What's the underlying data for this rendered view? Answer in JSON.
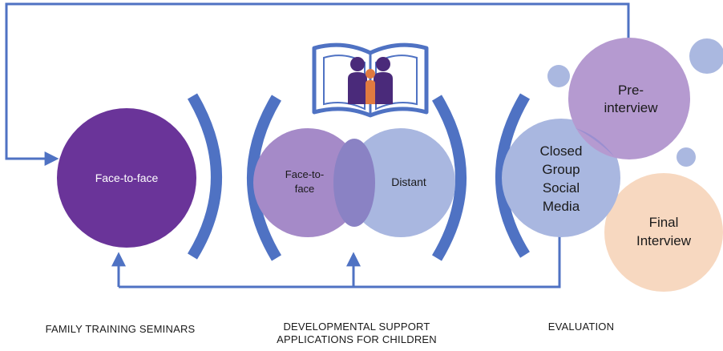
{
  "nodes": {
    "training": {
      "label": "Face-to-face"
    },
    "support_face": {
      "line1": "Face-to-",
      "line2": "face"
    },
    "support_distant": {
      "label": "Distant"
    },
    "closed_group": {
      "line1": "Closed",
      "line2": "Group",
      "line3": "Social",
      "line4": "Media"
    },
    "pre_interview": {
      "line1": "Pre-",
      "line2": "interview"
    },
    "final_interview": {
      "line1": "Final",
      "line2": "Interview"
    }
  },
  "captions": {
    "training": "FAMILY TRAINING SEMINARS",
    "support_line1": "DEVELOPMENTAL SUPPORT",
    "support_line2": "APPLICATIONS FOR CHILDREN",
    "evaluation": "EVALUATION"
  },
  "colors": {
    "arrow": "#4f72c3",
    "bracket": "#4f72c3",
    "training_circle": "#6a3499",
    "face_circle": "#a58ac8",
    "distant_circle": "#a9b7e0",
    "overlap": "#8a82c4",
    "pre_interview_circle": "#b59ad0",
    "closed_group_circle": "#a9b7e0",
    "final_interview_circle": "#f7d8c0",
    "small_bubble": "#aab8e0",
    "book_outline": "#4f72c3",
    "people_dark": "#4a2a7a",
    "people_accent": "#e07a40"
  },
  "icons": {
    "book": "open-book-with-people-icon"
  }
}
